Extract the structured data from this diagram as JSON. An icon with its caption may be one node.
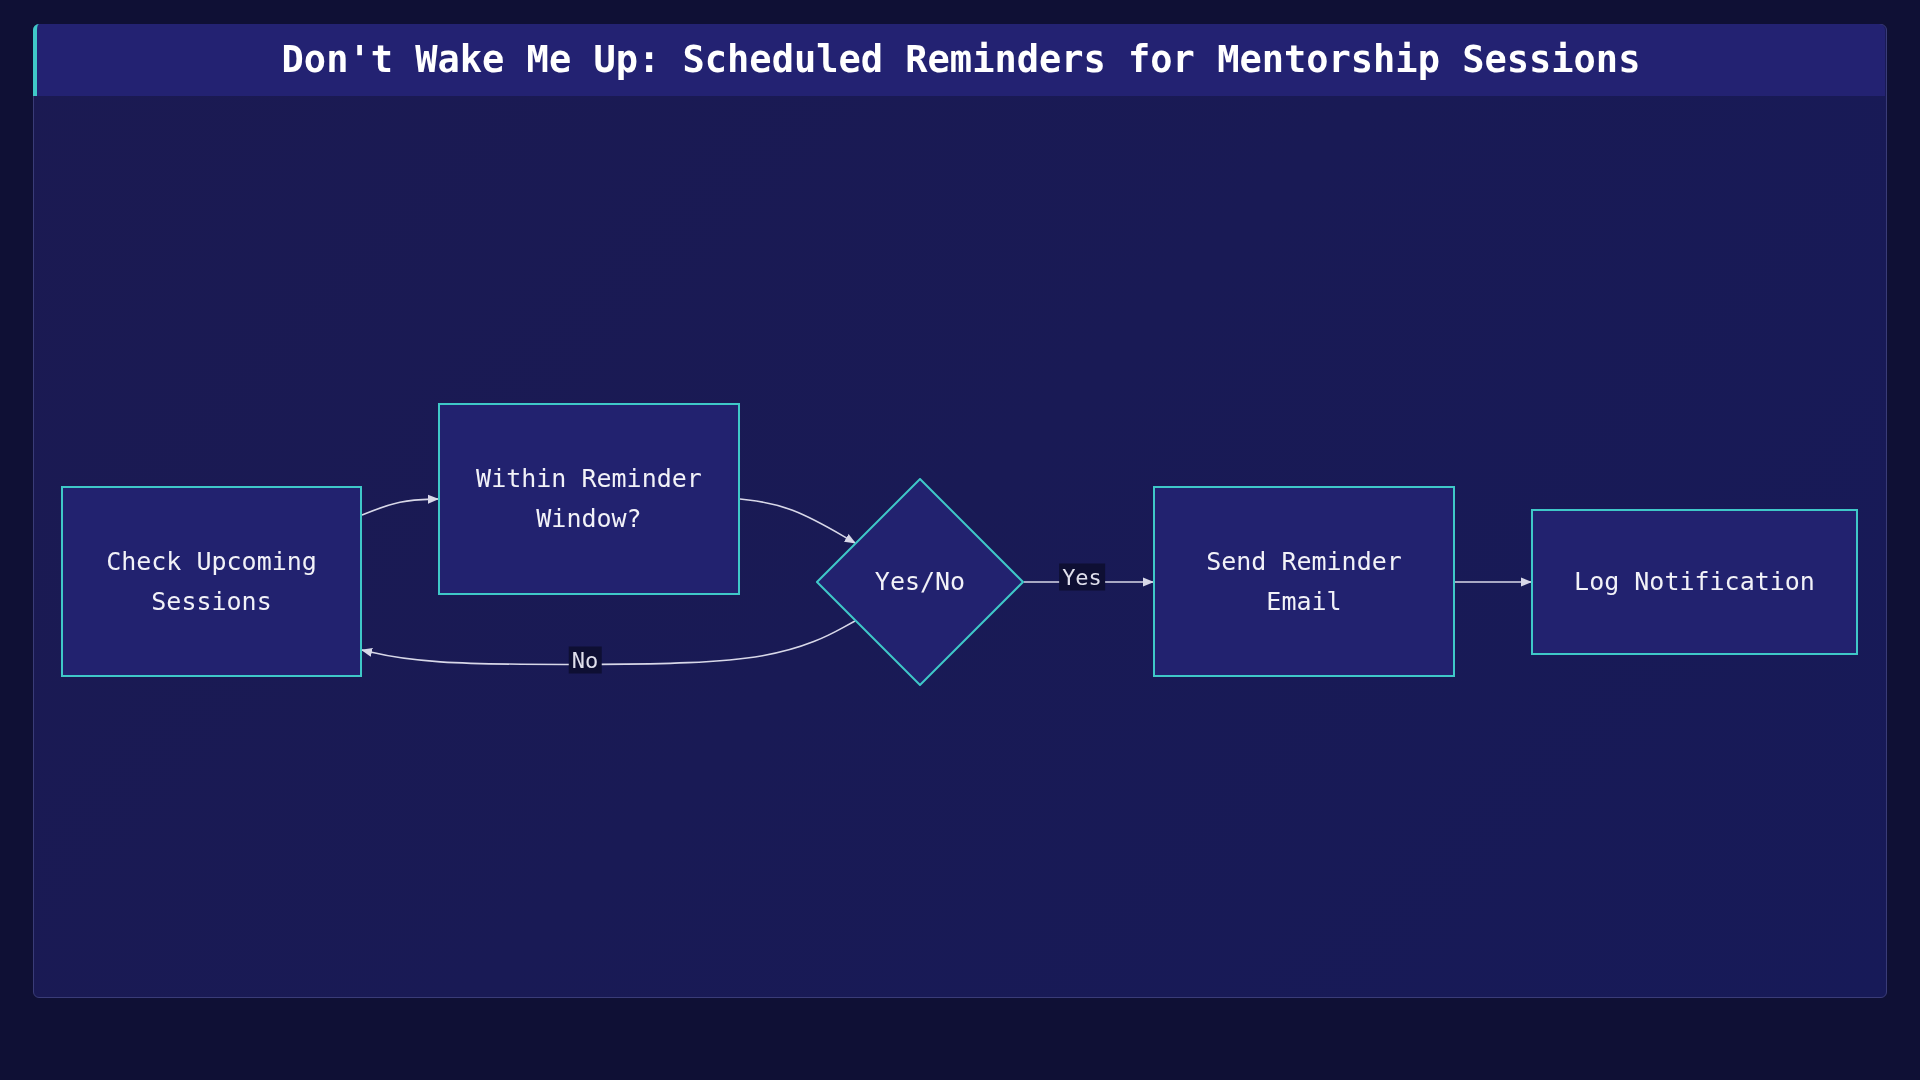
{
  "diagram": {
    "title": "Don't Wake Me Up: Scheduled Reminders for Mentorship Sessions",
    "nodes": [
      {
        "text": [
          "Check Upcoming Sessions"
        ]
      },
      {
        "text": [
          "Within Reminder Window?"
        ]
      },
      {
        "text": [
          "Yes/No"
        ]
      },
      {
        "text": [
          "Send Reminder Email"
        ]
      },
      {
        "text": [
          "Log Notification"
        ]
      }
    ],
    "edges": [
      {
        "from": 0,
        "to": 1,
        "arrow": "to"
      },
      {
        "from": 1,
        "to": 2,
        "arrow": "to"
      },
      {
        "from": 2,
        "to": 0,
        "arrow": "to",
        "label": "No"
      },
      {
        "from": 2,
        "to": 3,
        "arrow": "to",
        "label": "Yes"
      },
      {
        "from": 3,
        "to": 4,
        "arrow": "to"
      }
    ]
  }
}
